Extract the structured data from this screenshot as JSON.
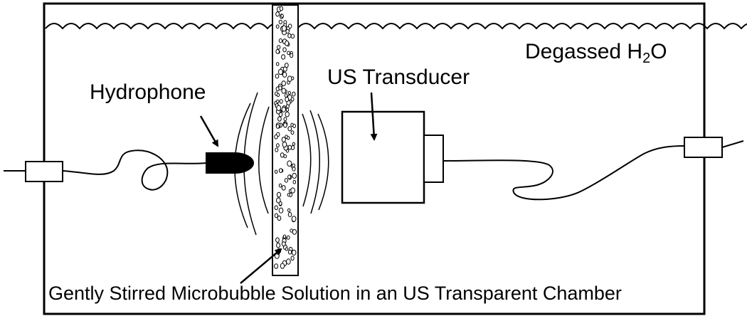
{
  "labels": {
    "water_main": "Degassed H",
    "water_sub": "2",
    "water_end": "O",
    "hydrophone": "Hydrophone",
    "transducer": "US Transducer",
    "chamber": "Gently Stirred Microbubble Solution in an US Transparent Chamber"
  },
  "colors": {
    "ink": "#000000",
    "background": "#ffffff"
  }
}
